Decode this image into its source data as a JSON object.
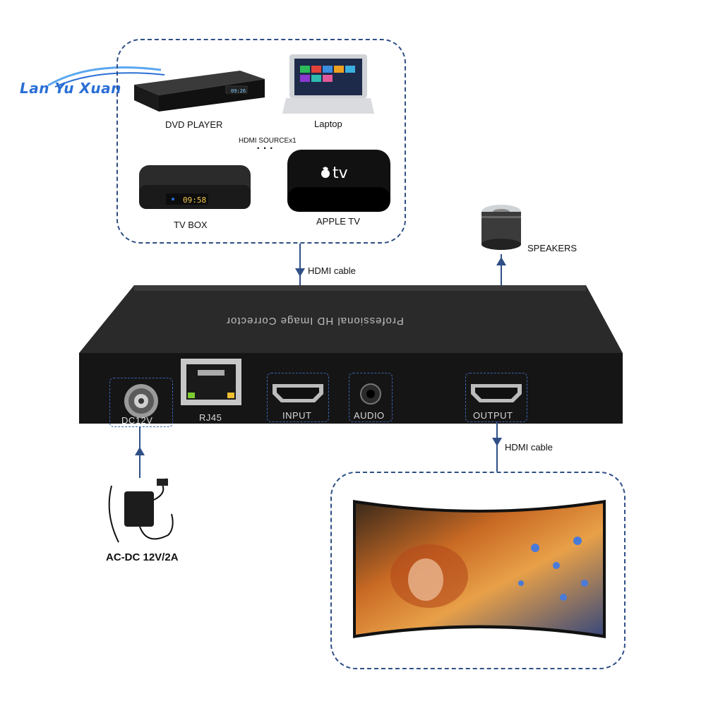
{
  "brand": {
    "logo_text": "Lan Yu Xuan"
  },
  "sources": {
    "dvd_label": "DVD PLAYER",
    "laptop_label": "Laptop",
    "hdmi_source_label": "HDMI SOURCEx1",
    "tvbox_label": "TV BOX",
    "tvbox_display": "09:58",
    "appletv_label": "APPLE TV",
    "appletv_logo": "tv"
  },
  "cables": {
    "input_cable_label": "HDMI cable",
    "output_cable_label": "HDMI cable"
  },
  "speakers": {
    "label": "SPEAKERS"
  },
  "device": {
    "top_text": "Professional HD Image Corrector",
    "ports": {
      "dc": "DC12V",
      "rj45": "RJ45",
      "input": "INPUT",
      "audio": "AUDIO",
      "output": "OUTPUT"
    }
  },
  "power": {
    "label": "AC-DC 12V/2A"
  },
  "colors": {
    "dash": "#2f4f86",
    "arrow": "#2f4f86",
    "device": "#1c1c1c"
  }
}
